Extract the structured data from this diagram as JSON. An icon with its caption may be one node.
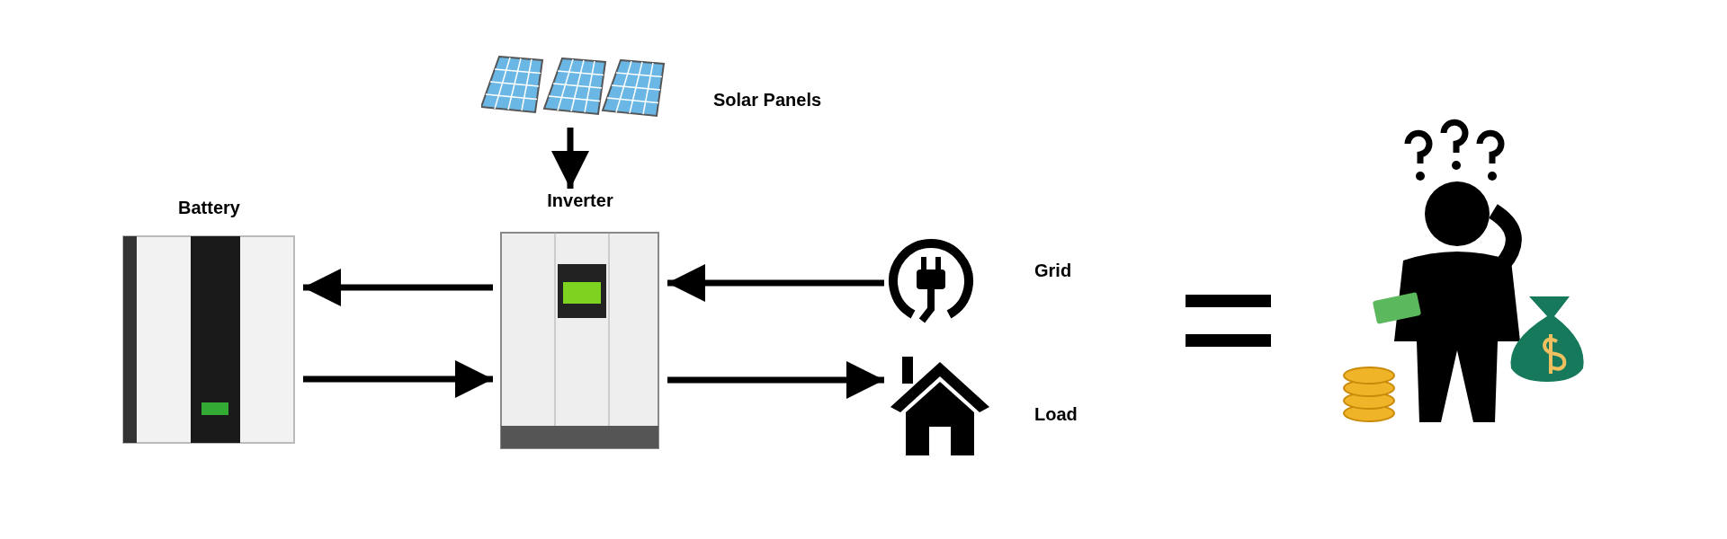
{
  "diagram": {
    "nodes": [
      {
        "text": [
          "Solar Panels"
        ]
      },
      {
        "text": [
          "Battery"
        ]
      },
      {
        "text": [
          "Inverter"
        ]
      },
      {
        "text": [
          "Grid"
        ]
      },
      {
        "text": [
          "Load"
        ]
      }
    ],
    "edges": [
      {
        "from": 0,
        "to": 2,
        "arrow": "to"
      },
      {
        "from": 2,
        "to": 1,
        "arrow": "to"
      },
      {
        "from": 1,
        "to": 2,
        "arrow": "to"
      },
      {
        "from": 3,
        "to": 2,
        "arrow": "to"
      },
      {
        "from": 2,
        "to": 4,
        "arrow": "to"
      }
    ]
  }
}
